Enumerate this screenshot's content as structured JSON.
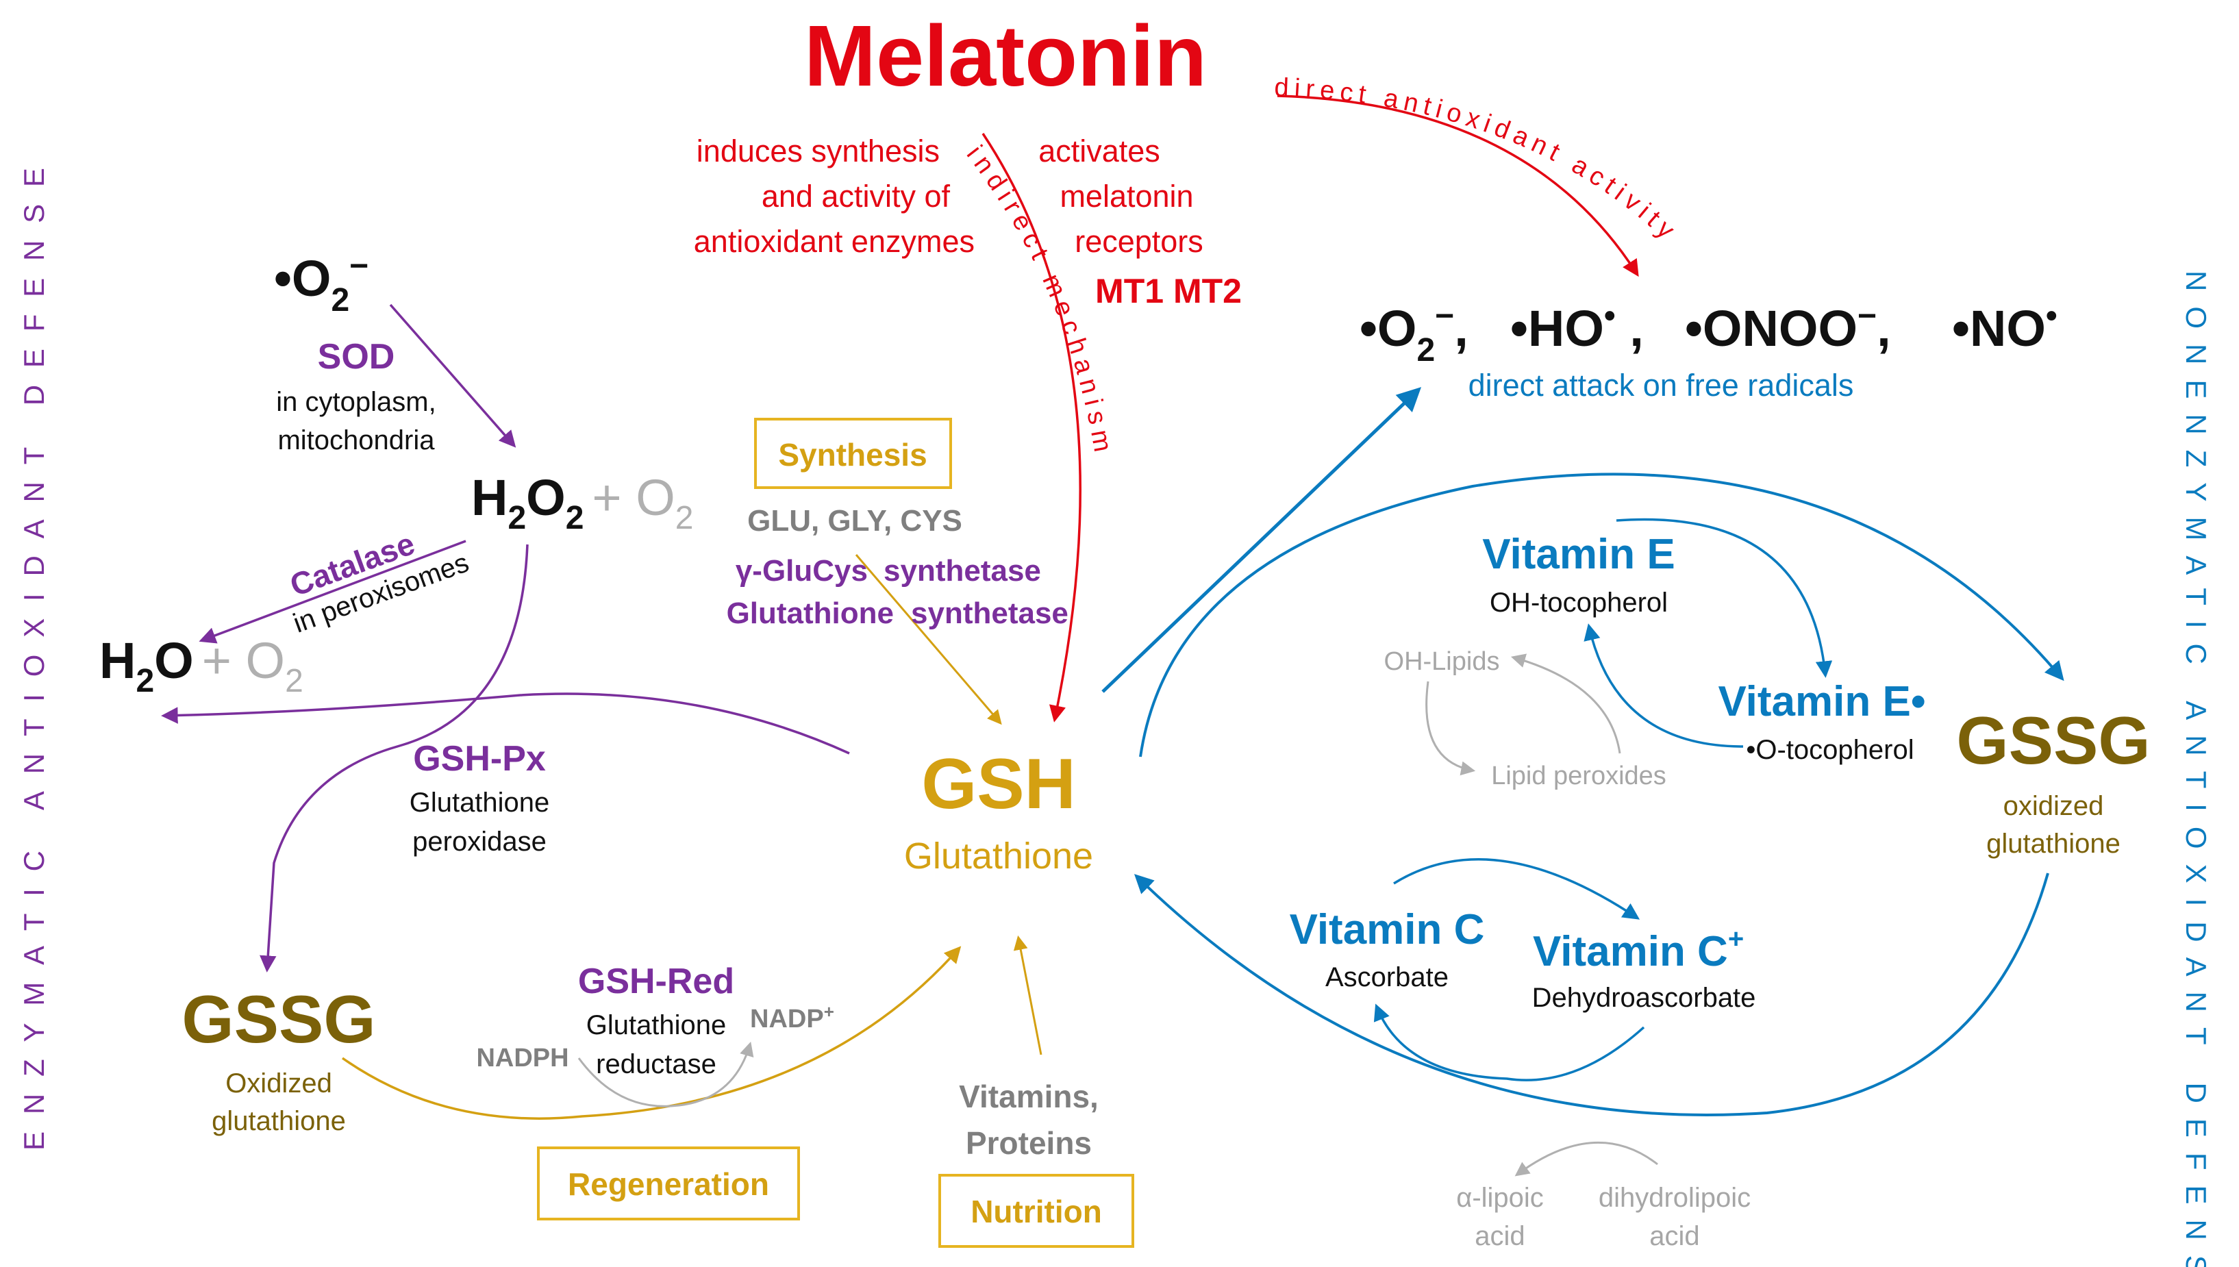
{
  "melatonin": {
    "title": "Melatonin",
    "direct_label": "direct antioxidant activity",
    "indirect_label": "indirect mechanism",
    "induces": [
      "induces synthesis",
      "and activity of",
      "antioxidant enzymes"
    ],
    "activates": [
      "activates",
      "melatonin",
      "receptors"
    ],
    "receptors": "MT1 MT2"
  },
  "radicals": {
    "o2": "•O",
    "o2_sub": "2",
    "o2_sup": "−",
    "ho": "•HO",
    "ho_sup": "•",
    "onoo": "•ONOO",
    "onoo_sup": "−",
    "no": "•NO",
    "no_sup": "•",
    "comma": ",",
    "attack_label": "direct attack on free radicals"
  },
  "enzymatic": {
    "side_label": "ENZYMATIC ANTIOXIDANT DEFENSE",
    "superoxide": "•O",
    "superoxide_sub": "2",
    "superoxide_sup": "−",
    "sod": "SOD",
    "sod_loc1": "in cytoplasm,",
    "sod_loc2": "mitochondria",
    "h2o2_h": "H",
    "h2o2_sub1": "2",
    "h2o2_o": "O",
    "h2o2_sub2": "2",
    "plus_o2": "+ O",
    "o2_sub": "2",
    "catalase": "Catalase",
    "catalase_loc": "in peroxisomes",
    "h2o_h": "H",
    "h2o_sub": "2",
    "h2o_o": "O",
    "gshpx": "GSH-Px",
    "gshpx_desc1": "Glutathione",
    "gshpx_desc2": "peroxidase",
    "gssg": "GSSG",
    "gssg_desc1": "Oxidized",
    "gssg_desc2": "glutathione",
    "gshred": "GSH-Red",
    "gshred_desc1": "Glutathione",
    "gshred_desc2": "reductase",
    "nadph": "NADPH",
    "nadp": "NADP",
    "nadp_sup": "+"
  },
  "synthesis": {
    "box": "Synthesis",
    "amino_acids": "GLU, GLY, CYS",
    "enzyme1_a": "γ-GluCys",
    "enzyme1_b": "synthetase",
    "enzyme2_a": "Glutathione",
    "enzyme2_b": "synthetase"
  },
  "gsh": {
    "title": "GSH",
    "subtitle": "Glutathione"
  },
  "regeneration": {
    "box": "Regeneration"
  },
  "nutrition": {
    "box": "Nutrition",
    "line1": "Vitamins,",
    "line2": "Proteins"
  },
  "nonenzymatic": {
    "side_label": "NONENZYMATIC ANTIOXIDANT DEFENSE",
    "vit_e": "Vitamin E",
    "vit_e_desc": "OH-tocopherol",
    "vit_e_rad": "Vitamin E•",
    "vit_e_rad_desc": "•O-tocopherol",
    "oh_lipids": "OH-Lipids",
    "lipid_perox": "Lipid peroxides",
    "vit_c": "Vitamin C",
    "vit_c_desc": "Ascorbate",
    "vit_c_plus": "Vitamin C",
    "vit_c_plus_sup": "+",
    "vit_c_plus_desc": "Dehydroascorbate",
    "lipoic1": "α-lipoic",
    "lipoic2": "acid",
    "dihydro1": "dihydrolipoic",
    "dihydro2": "acid",
    "gssg": "GSSG",
    "gssg_desc1": "oxidized",
    "gssg_desc2": "glutathione"
  },
  "colors": {
    "red": "#e30613",
    "purple": "#7a2f9c",
    "gold": "#d4a012",
    "olive": "#7b6109",
    "blue": "#0a7bbf",
    "gray": "#7f7f7f",
    "lightgray": "#b0b0b0",
    "black": "#111111"
  }
}
